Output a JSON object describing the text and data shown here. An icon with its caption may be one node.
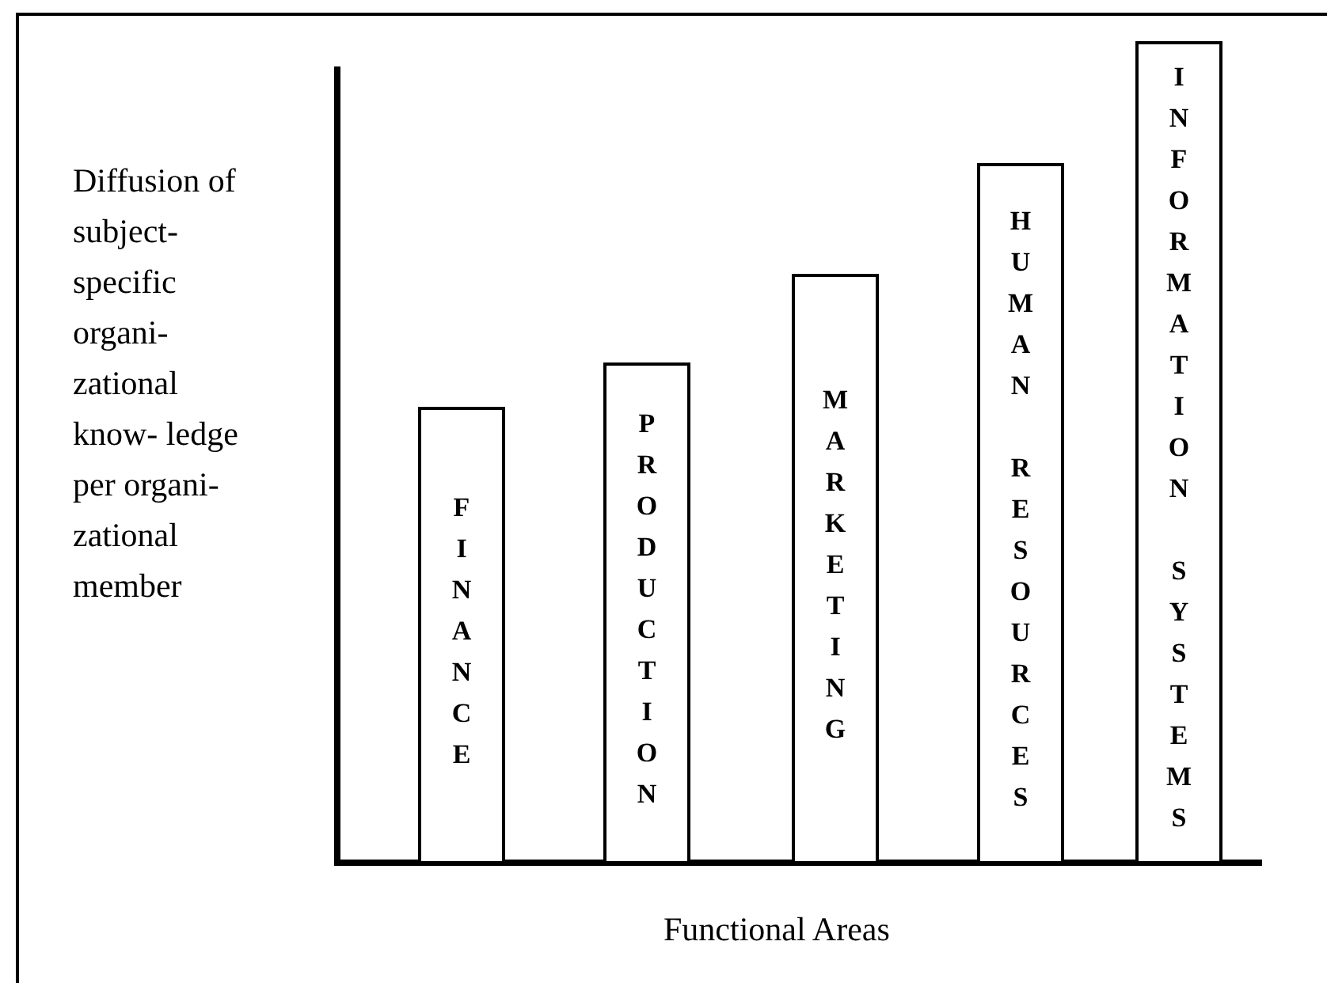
{
  "diagram": {
    "nodes": [
      {
        "text": [
          "FINANCE"
        ]
      },
      {
        "text": [
          "PRODUCTION"
        ]
      },
      {
        "text": [
          "MARKETING"
        ]
      },
      {
        "text": [
          "HUMAN RESOURCES"
        ]
      },
      {
        "text": [
          "INFORMATION SYSTEMS"
        ]
      }
    ],
    "edges": [],
    "labels": [
      "Diffusion of subject- specific organi- zational know- ledge per organi- zational member",
      "Functional Areas"
    ]
  }
}
